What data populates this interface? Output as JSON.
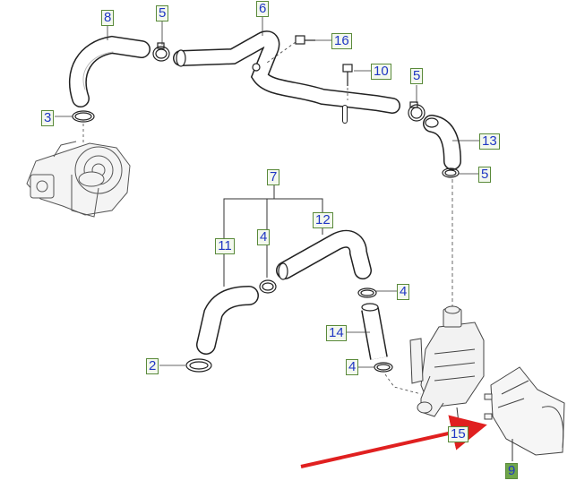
{
  "diagram": {
    "callouts": {
      "c8": "8",
      "c5a": "5",
      "c6": "6",
      "c16": "16",
      "c10": "10",
      "c5b": "5",
      "c3": "3",
      "c13": "13",
      "c5c": "5",
      "c7": "7",
      "c12": "12",
      "c11": "11",
      "c4a": "4",
      "c4b": "4",
      "c14": "14",
      "c2": "2",
      "c4c": "4",
      "c15": "15",
      "c9": "9"
    },
    "colors": {
      "callout_text": "#1f36c4",
      "callout_border": "#5a8a3a",
      "highlight": "#6fa64a",
      "arrow": "#e02020"
    }
  }
}
